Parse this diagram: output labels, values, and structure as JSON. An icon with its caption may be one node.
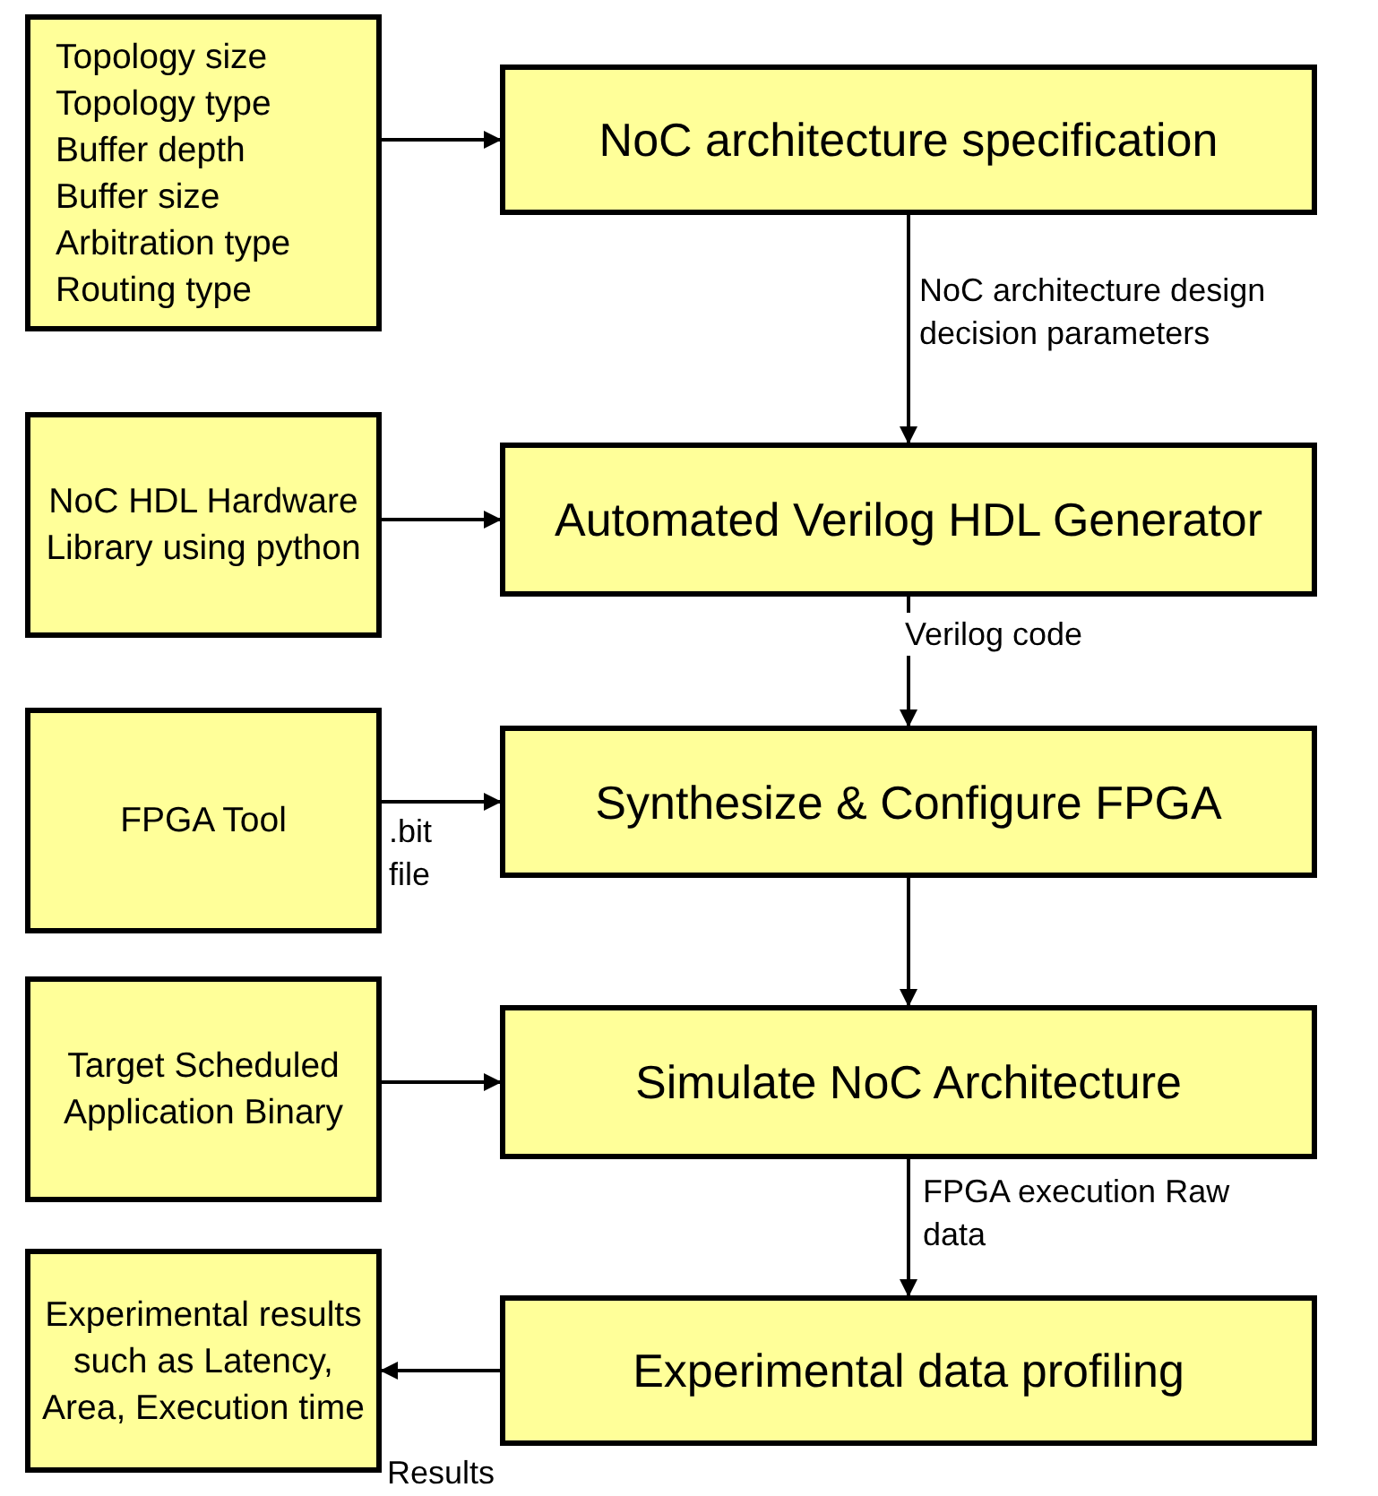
{
  "diagram": {
    "nodes": [
      {
        "text": [
          "Topology size",
          "Topology type",
          "Buffer depth",
          "Buffer size",
          "Arbitration type",
          "Routing type"
        ]
      },
      {
        "text": [
          "NoC architecture specification"
        ]
      },
      {
        "text": [
          "NoC HDL Hardware Library using python"
        ]
      },
      {
        "text": [
          "Automated Verilog HDL Generator"
        ]
      },
      {
        "text": [
          "FPGA Tool"
        ]
      },
      {
        "text": [
          "Synthesize & Configure FPGA"
        ]
      },
      {
        "text": [
          "Target Scheduled Application Binary"
        ]
      },
      {
        "text": [
          "Simulate NoC Architecture"
        ]
      },
      {
        "text": [
          "Experimental results such as Latency, Area, Execution time"
        ]
      },
      {
        "text": [
          "Experimental data profiling"
        ]
      }
    ],
    "edges": [
      {
        "from": 0,
        "to": 1,
        "arrow": "to"
      },
      {
        "from": 1,
        "to": 3,
        "arrow": "to",
        "label": "NoC architecture design decision parameters"
      },
      {
        "from": 2,
        "to": 3,
        "arrow": "to"
      },
      {
        "from": 3,
        "to": 5,
        "arrow": "to",
        "label": "Verilog code"
      },
      {
        "from": 4,
        "to": 5,
        "arrow": "to",
        "label": ".bit file"
      },
      {
        "from": 5,
        "to": 7,
        "arrow": "to"
      },
      {
        "from": 6,
        "to": 7,
        "arrow": "to"
      },
      {
        "from": 7,
        "to": 9,
        "arrow": "to",
        "label": "FPGA execution Raw data"
      },
      {
        "from": 9,
        "to": 8,
        "arrow": "to",
        "label": "Results"
      }
    ]
  }
}
